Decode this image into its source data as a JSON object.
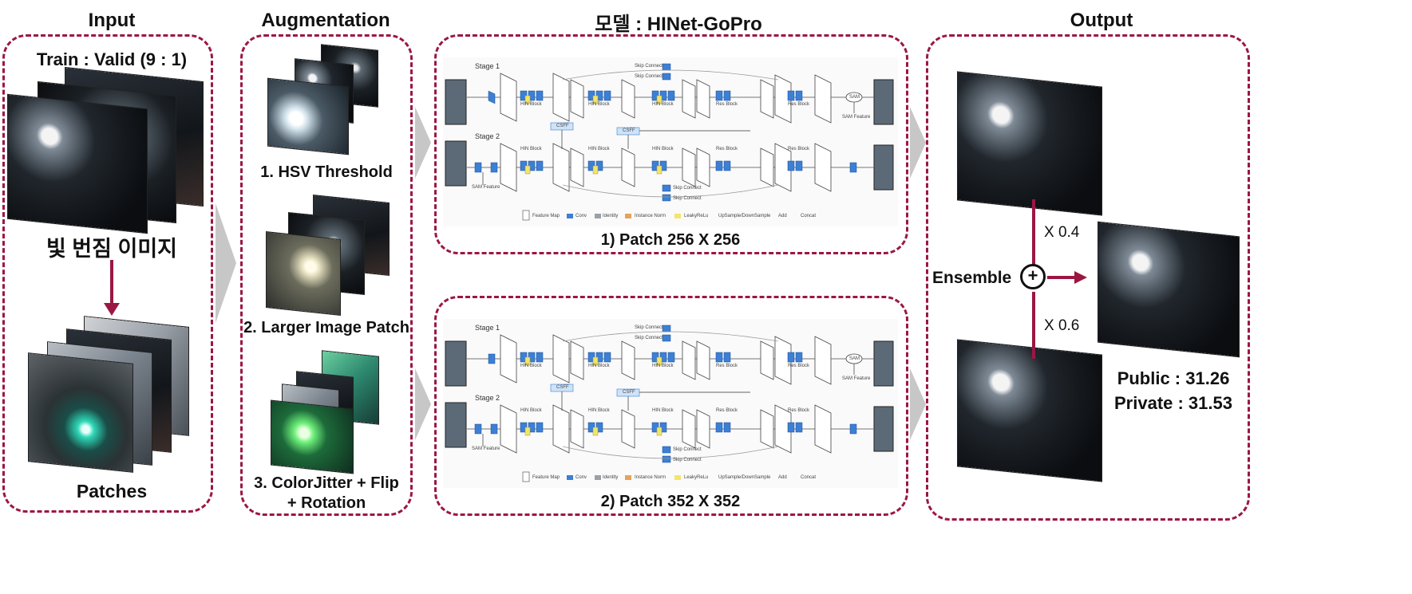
{
  "sections": {
    "input": "Input",
    "augmentation": "Augmentation",
    "model": "모델 : HINet-GoPro",
    "output": "Output"
  },
  "input_panel": {
    "split_label": "Train : Valid (9 : 1)",
    "image_caption": "빛 번짐 이미지",
    "patches_caption": "Patches"
  },
  "augmentation_panel": {
    "step1": "1. HSV Threshold",
    "step2": "2. Larger Image Patch",
    "step3_line1": "3. ColorJitter + Flip",
    "step3_line2": "+ Rotation"
  },
  "model_panel": {
    "patch1_caption": "1) Patch 256 X 256",
    "patch2_caption": "2) Patch 352 X 352",
    "diagram": {
      "stage1": "Stage 1",
      "stage2": "Stage 2",
      "skip_connect": "Skip Connect",
      "hin_block": "HIN Block",
      "res_block": "Res Block",
      "csff": "CSFF",
      "sam": "SAM",
      "sam_feature": "SAM Feature",
      "legend": [
        "Feature Map",
        "Conv",
        "Identity",
        "Instance Norm",
        "LeakyReLu",
        "UpSample/DownSample",
        "Add",
        "Concat"
      ]
    }
  },
  "output_panel": {
    "ensemble_label": "Ensemble",
    "plus_symbol": "+",
    "weight_top": "X 0.4",
    "weight_bottom": "X 0.6",
    "public_score": "Public : 31.26",
    "private_score": "Private : 31.53"
  },
  "colors": {
    "panel_border": "#9b1742",
    "arrow": "#9b1742",
    "chevron": "#c7c7c7"
  }
}
